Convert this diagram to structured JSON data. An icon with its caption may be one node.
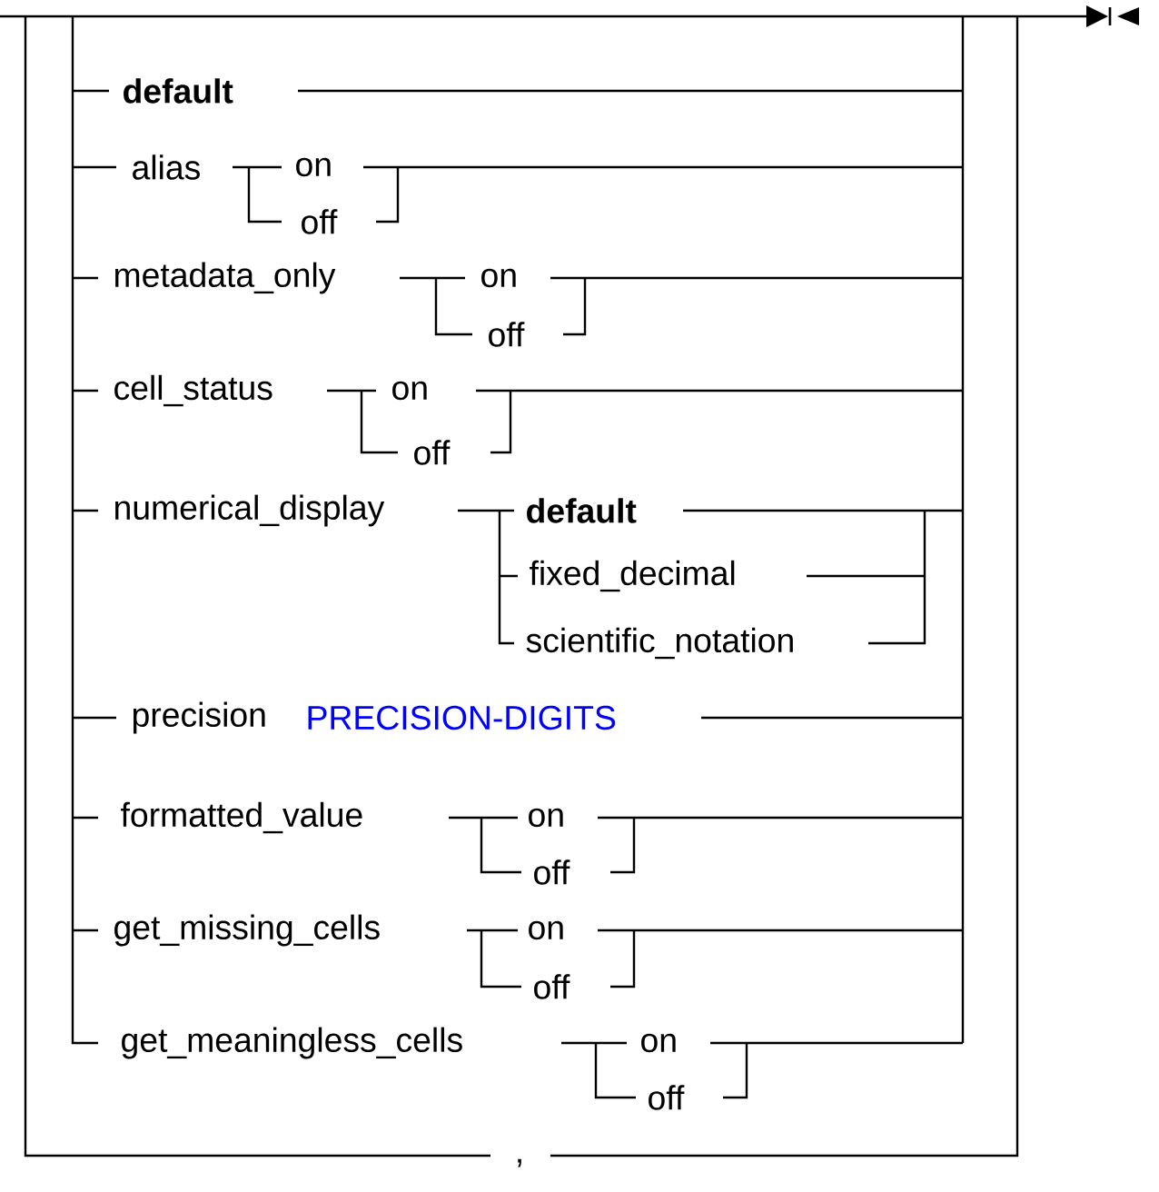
{
  "diagram": {
    "labels": [
      "default",
      "alias",
      "on",
      "off",
      "metadata_only",
      "on",
      "off",
      "cell_status",
      "on",
      "off",
      "numerical_display",
      "default",
      "fixed_decimal",
      "scientific_notation",
      "precision",
      "PRECISION-DIGITS",
      "formatted_value",
      "on",
      "off",
      "get_missing_cells",
      "on",
      "off",
      "get_meaningless_cells",
      "on",
      "off",
      ","
    ]
  }
}
